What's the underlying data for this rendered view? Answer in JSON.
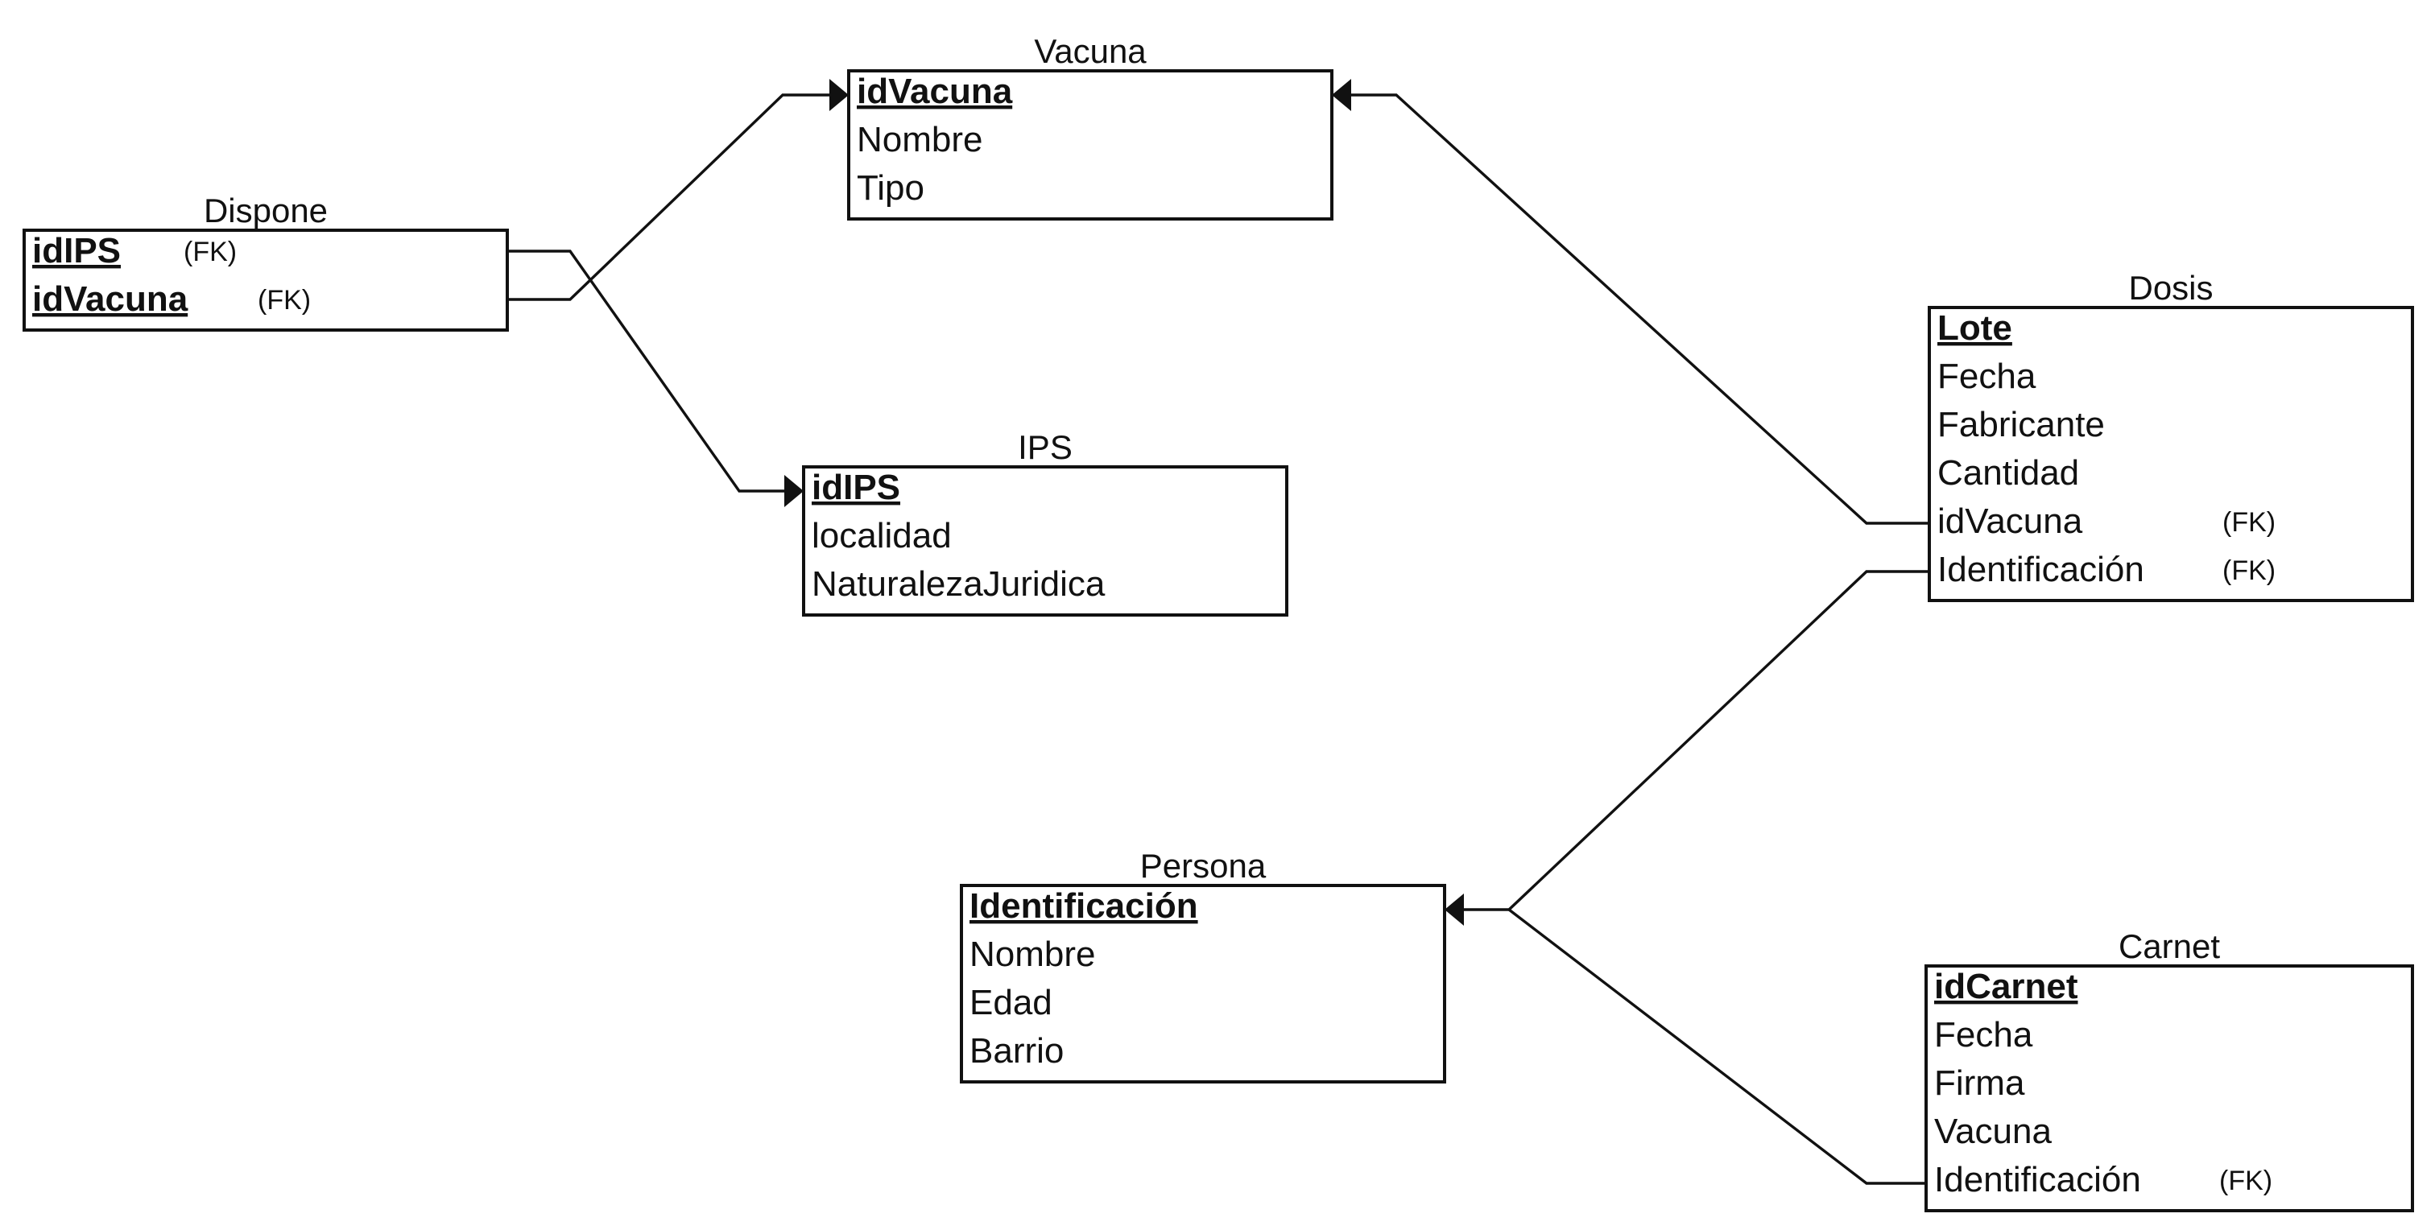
{
  "entities": [
    {
      "key": "vacuna",
      "title": "Vacuna",
      "fields": [
        {
          "label": "idVacuna",
          "pk": true,
          "fk": ""
        },
        {
          "label": "Nombre",
          "pk": false,
          "fk": ""
        },
        {
          "label": "Tipo",
          "pk": false,
          "fk": ""
        }
      ]
    },
    {
      "key": "dispone",
      "title": "Dispone",
      "fields": [
        {
          "label": "idIPS",
          "pk": true,
          "fk": "(FK)"
        },
        {
          "label": "idVacuna",
          "pk": true,
          "fk": "(FK)"
        }
      ]
    },
    {
      "key": "ips",
      "title": "IPS",
      "fields": [
        {
          "label": "idIPS",
          "pk": true,
          "fk": ""
        },
        {
          "label": "localidad",
          "pk": false,
          "fk": ""
        },
        {
          "label": "NaturalezaJuridica",
          "pk": false,
          "fk": ""
        }
      ]
    },
    {
      "key": "dosis",
      "title": "Dosis",
      "fields": [
        {
          "label": "Lote",
          "pk": true,
          "fk": ""
        },
        {
          "label": "Fecha",
          "pk": false,
          "fk": ""
        },
        {
          "label": "Fabricante",
          "pk": false,
          "fk": ""
        },
        {
          "label": "Cantidad",
          "pk": false,
          "fk": ""
        },
        {
          "label": "idVacuna",
          "pk": false,
          "fk": "(FK)"
        },
        {
          "label": "Identificación",
          "pk": false,
          "fk": "(FK)"
        }
      ]
    },
    {
      "key": "persona",
      "title": "Persona",
      "fields": [
        {
          "label": "Identificación",
          "pk": true,
          "fk": ""
        },
        {
          "label": "Nombre",
          "pk": false,
          "fk": ""
        },
        {
          "label": "Edad",
          "pk": false,
          "fk": ""
        },
        {
          "label": "Barrio",
          "pk": false,
          "fk": ""
        }
      ]
    },
    {
      "key": "carnet",
      "title": "Carnet",
      "fields": [
        {
          "label": "idCarnet",
          "pk": true,
          "fk": ""
        },
        {
          "label": "Fecha",
          "pk": false,
          "fk": ""
        },
        {
          "label": "Firma",
          "pk": false,
          "fk": ""
        },
        {
          "label": "Vacuna",
          "pk": false,
          "fk": ""
        },
        {
          "label": "Identificación",
          "pk": false,
          "fk": "(FK)"
        }
      ]
    }
  ],
  "relationships": [
    {
      "from": "dispone.idVacuna",
      "to": "vacuna.idVacuna"
    },
    {
      "from": "dispone.idIPS",
      "to": "ips.idIPS"
    },
    {
      "from": "dosis.idVacuna",
      "to": "vacuna.idVacuna"
    },
    {
      "from": "dosis.Identificación",
      "to": "persona.Identificación"
    },
    {
      "from": "carnet.Identificación",
      "to": "persona.Identificación"
    }
  ]
}
